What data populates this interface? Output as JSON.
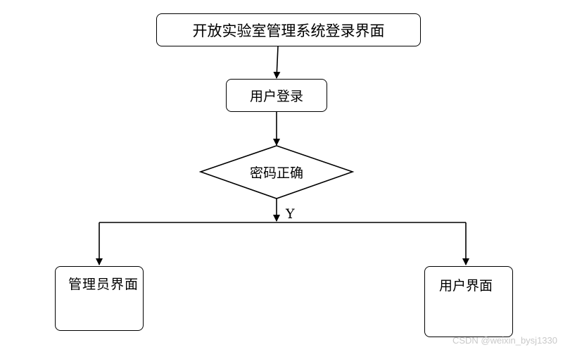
{
  "title_box": "开放实验室管理系统登录界面",
  "login_box": "用户登录",
  "decision": "密码正确",
  "branch_label": "Y",
  "admin_box": "管理员界面",
  "user_box": "用户界面",
  "watermark": "CSDN @weixin_bysj1330"
}
